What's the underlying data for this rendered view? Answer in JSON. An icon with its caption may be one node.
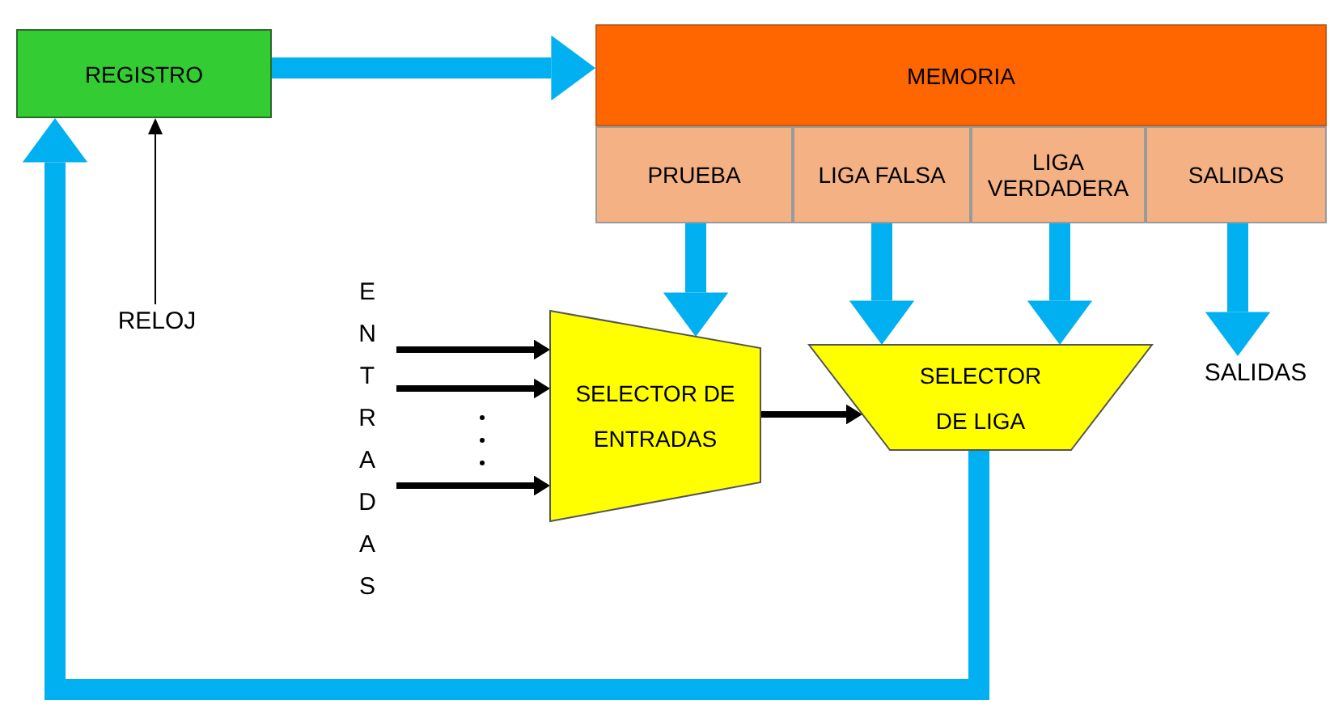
{
  "diagram": {
    "nodes": [
      {
        "text": [
          "REGISTRO"
        ]
      },
      {
        "text": [
          "MEMORIA"
        ]
      },
      {
        "text": [
          "PRUEBA"
        ]
      },
      {
        "text": [
          "LIGA FALSA"
        ]
      },
      {
        "text": [
          "LIGA VERDADERA"
        ]
      },
      {
        "text": [
          "SALIDAS"
        ]
      },
      {
        "text": [
          "RELOJ"
        ]
      },
      {
        "text": [
          "ENTRADAS"
        ]
      },
      {
        "text": [
          "SELECTOR DE ENTRADAS"
        ]
      },
      {
        "text": [
          "SELECTOR DE LIGA"
        ]
      },
      {
        "text": [
          "SALIDAS"
        ]
      }
    ],
    "edges": [
      {
        "from": 0,
        "to": 1,
        "arrow": "to"
      },
      {
        "from": 6,
        "to": 0,
        "arrow": "to",
        "color": "#000000"
      },
      {
        "from": 2,
        "to": 8,
        "arrow": "to"
      },
      {
        "from": 3,
        "to": 9,
        "arrow": "to"
      },
      {
        "from": 4,
        "to": 9,
        "arrow": "to"
      },
      {
        "from": 5,
        "to": 10,
        "arrow": "to"
      },
      {
        "from": 7,
        "to": 8,
        "arrow": "to",
        "color": "#000000"
      },
      {
        "from": 7,
        "to": 8,
        "arrow": "to",
        "color": "#000000"
      },
      {
        "from": 7,
        "to": 8,
        "arrow": "to",
        "color": "#000000"
      },
      {
        "from": 8,
        "to": 9,
        "arrow": "to",
        "color": "#000000"
      },
      {
        "from": 9,
        "to": 0,
        "arrow": "to"
      }
    ]
  }
}
